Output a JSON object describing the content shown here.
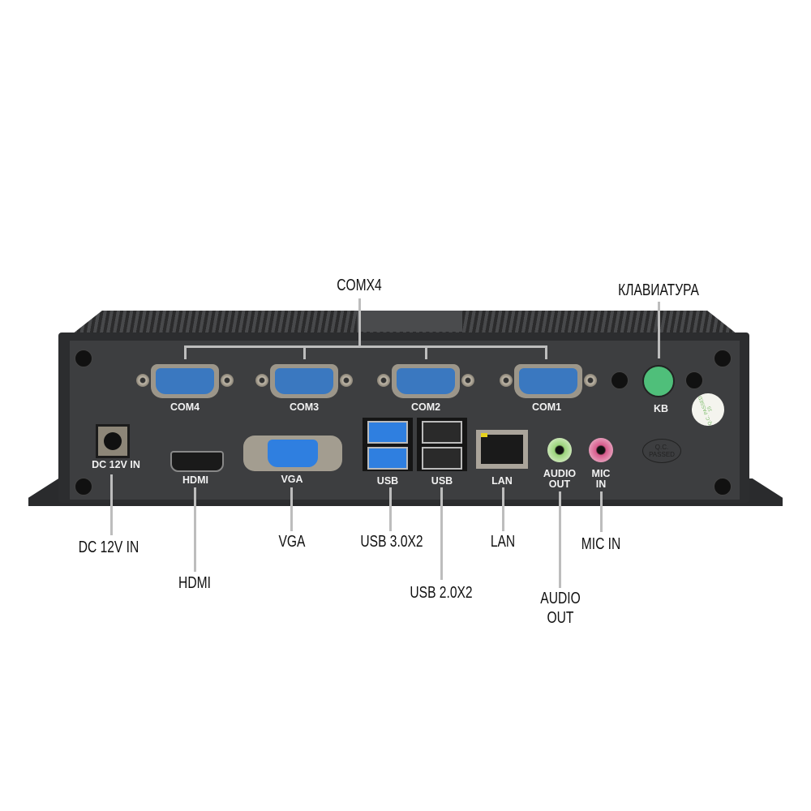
{
  "callouts": {
    "comx4": "COMX4",
    "keyboard": "КЛАВИАТУРА",
    "dc": "DC 12V IN",
    "hdmi": "HDMI",
    "vga": "VGA",
    "usb3": "USB 3.0X2",
    "usb2": "USB 2.0X2",
    "lan": "LAN",
    "audio_line1": "AUDIO",
    "audio_line2": "OUT",
    "mic": "MIC IN"
  },
  "panel": {
    "com4": "COM4",
    "com3": "COM3",
    "com2": "COM2",
    "com1": "COM1",
    "kb": "KB",
    "dc": "DC 12V IN",
    "hdmi": "HDMI",
    "vga": "VGA",
    "usb_a": "USB",
    "usb_b": "USB",
    "lan": "LAN",
    "audio1": "AUDIO",
    "audio2": "OUT",
    "mic1": "MIC",
    "mic2": "IN",
    "qc_stamp": "Q.C. PASSED",
    "qc_sticker": "Q.C. PASSED 15"
  },
  "colors": {
    "panel": "#3c3d3f",
    "com_blue": "#3a78c0",
    "vga_blue": "#2f7fe0",
    "kb_green": "#4fbf7a",
    "audio_green": "#9ad37a",
    "mic_pink": "#d75b8c",
    "leader": "#bdbdbd"
  }
}
